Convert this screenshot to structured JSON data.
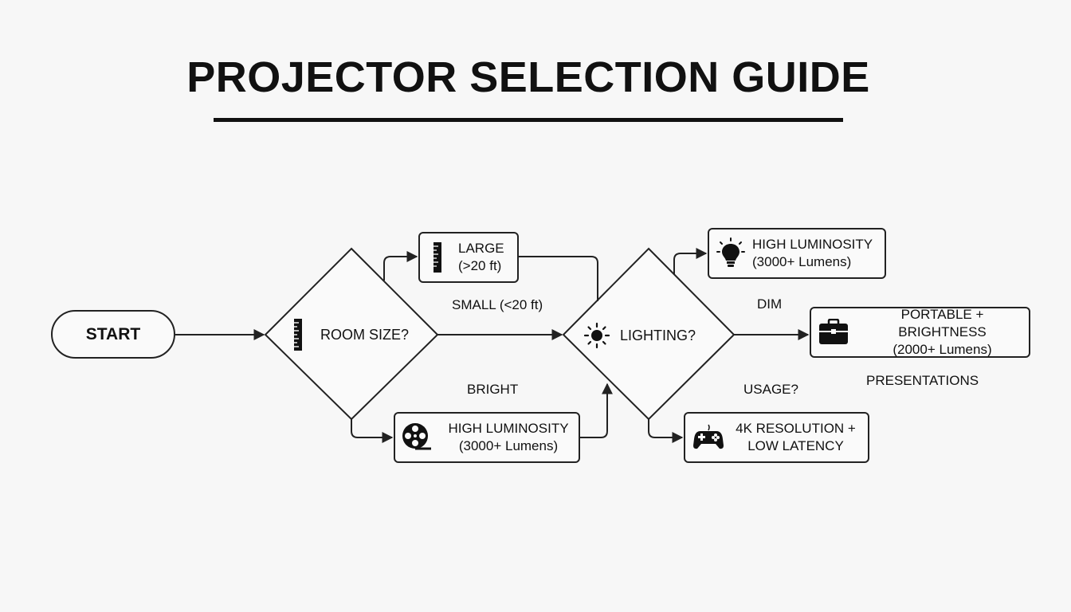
{
  "title": "PROJECTOR SELECTION GUIDE",
  "nodes": {
    "start": "START",
    "room_size": {
      "label": "ROOM SIZE?",
      "icon": "ruler-icon"
    },
    "large": {
      "line1": "LARGE",
      "line2": "(>20 ft)",
      "icon": "ruler-icon"
    },
    "high_lum_bottom": {
      "line1": "HIGH LUMINOSITY",
      "line2": "(3000+ Lumens)",
      "icon": "film-reel-icon"
    },
    "lighting": {
      "label": "LIGHTING?",
      "icon": "sun-icon"
    },
    "high_lum_top": {
      "line1": "HIGH LUMINOSITY",
      "line2": "(3000+ Lumens)",
      "icon": "lightbulb-icon"
    },
    "portable": {
      "line1": "PORTABLE + BRIGHTNESS",
      "line2": "(2000+ Lumens)",
      "icon": "briefcase-icon"
    },
    "gaming": {
      "line1": "4K RESOLUTION +",
      "line2": "LOW LATENCY",
      "icon": "gamepad-icon"
    }
  },
  "edge_labels": {
    "small": "SMALL (<20 ft)",
    "bright": "BRIGHT",
    "dim": "DIM",
    "usage": "USAGE?",
    "presentations": "PRESENTATIONS"
  }
}
